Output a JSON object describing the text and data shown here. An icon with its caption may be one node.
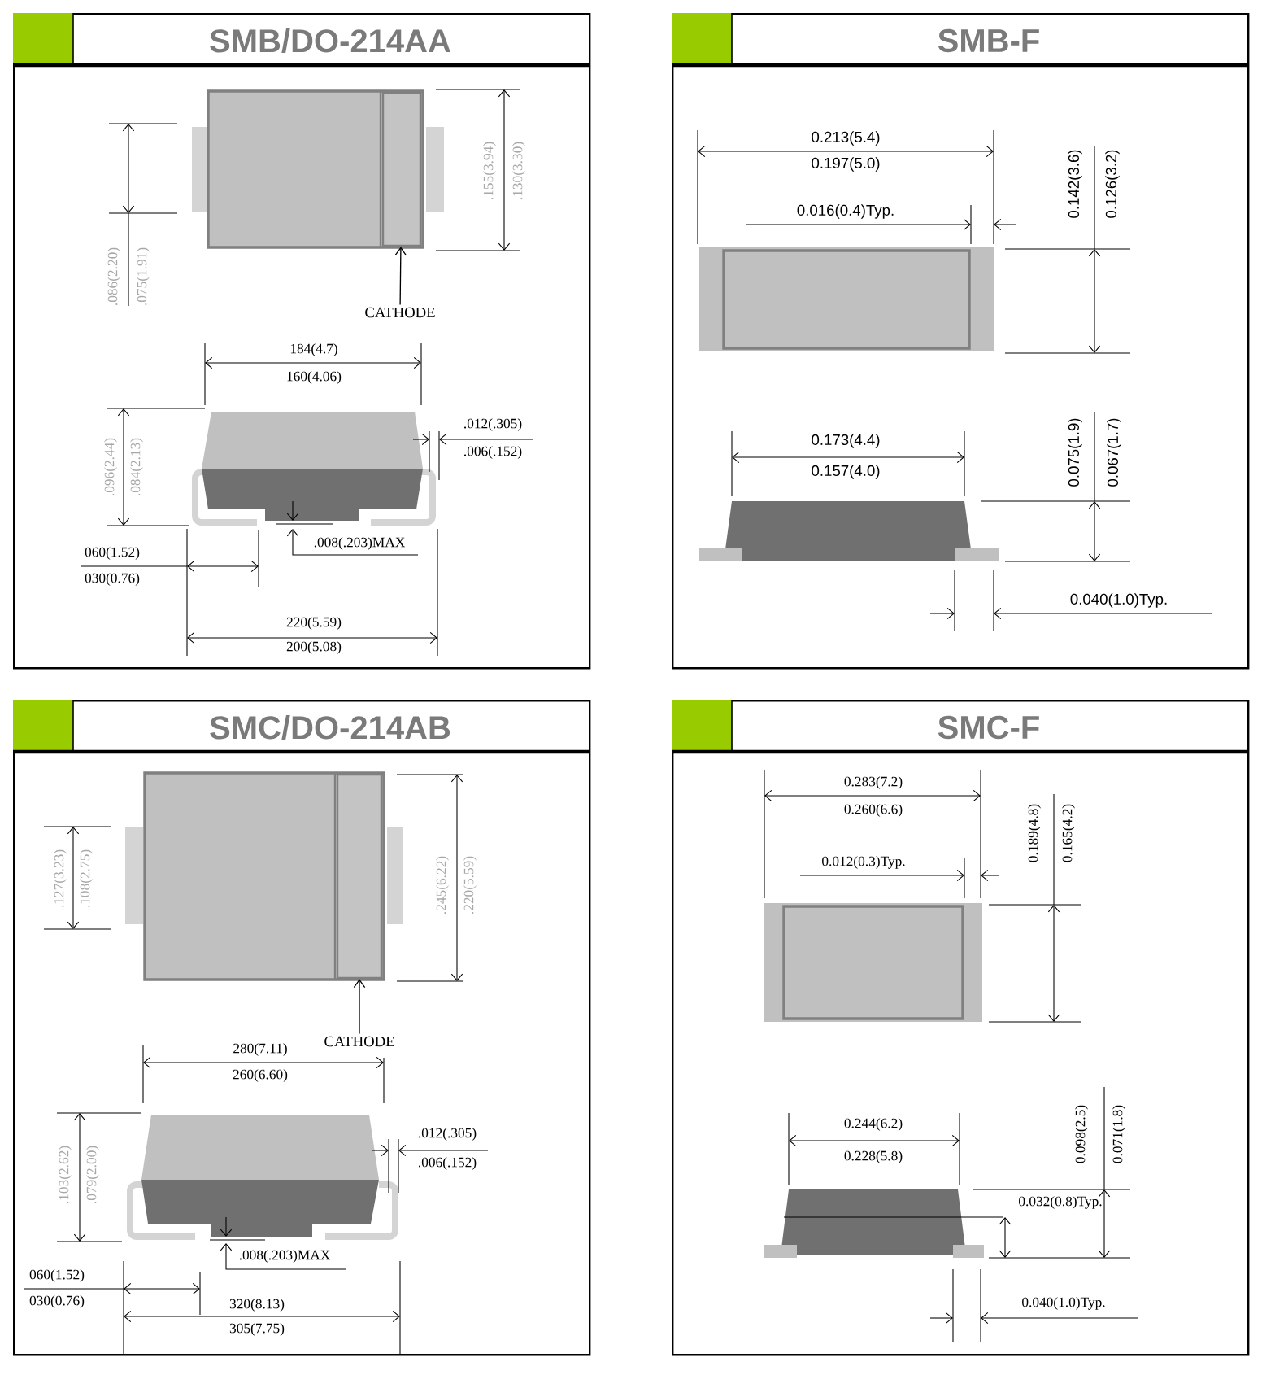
{
  "diagram": {
    "nodes": [
      {
        "text": [
          "SMB/DO-214AA"
        ]
      },
      {
        "text": [
          "CATHODE"
        ],
        "in": 0
      },
      {
        "text": [],
        "shape": "bar",
        "in": 0
      },
      {
        "text": [
          "SMB-F"
        ]
      },
      {
        "text": [
          "SMC/DO-214AB"
        ]
      },
      {
        "text": [
          "CATHODE"
        ],
        "in": 4
      },
      {
        "text": [],
        "shape": "bar",
        "in": 4
      },
      {
        "text": [
          "SMC-F"
        ]
      }
    ],
    "edges": [
      {
        "from": 1,
        "to": 2,
        "arrow": "to"
      },
      {
        "from": 5,
        "to": 6,
        "arrow": "to"
      }
    ],
    "labels": [
      ".086(2.20)",
      ".075(1.91)",
      ".155(3.94)",
      ".130(3.30)",
      "184(4.7)",
      "160(4.06)",
      ".012(.305)",
      ".006(.152)",
      ".096(2.44)",
      ".084(2.13)",
      ".008(.203)MAX",
      "060(1.52)",
      "030(0.76)",
      "220(5.59)",
      "200(5.08)",
      "0.213(5.4)",
      "0.197(5.0)",
      "0.016(0.4)Typ.",
      "0.142(3.6)",
      "0.126(3.2)",
      "0.173(4.4)",
      "0.157(4.0)",
      "0.075(1.9)",
      "0.067(1.7)",
      "0.040(1.0)Typ.",
      ".127(3.23)",
      ".108(2.75)",
      ".245(6.22)",
      ".220(5.59)",
      "280(7.11)",
      "260(6.60)",
      ".103(2.62)",
      ".079(2.00)",
      ".012(.305)",
      ".006(.152)",
      ".008(.203)MAX",
      "060(1.52)",
      "030(0.76)",
      "320(8.13)",
      "305(7.75)",
      "0.283(7.2)",
      "0.260(6.6)",
      "0.012(0.3)Typ.",
      "0.189(4.8)",
      "0.165(4.2)",
      "0.244(6.2)",
      "0.228(5.8)",
      "0.098(2.5)",
      "0.071(1.8)",
      "0.032(0.8)Typ.",
      "0.040(1.0)Typ."
    ]
  }
}
